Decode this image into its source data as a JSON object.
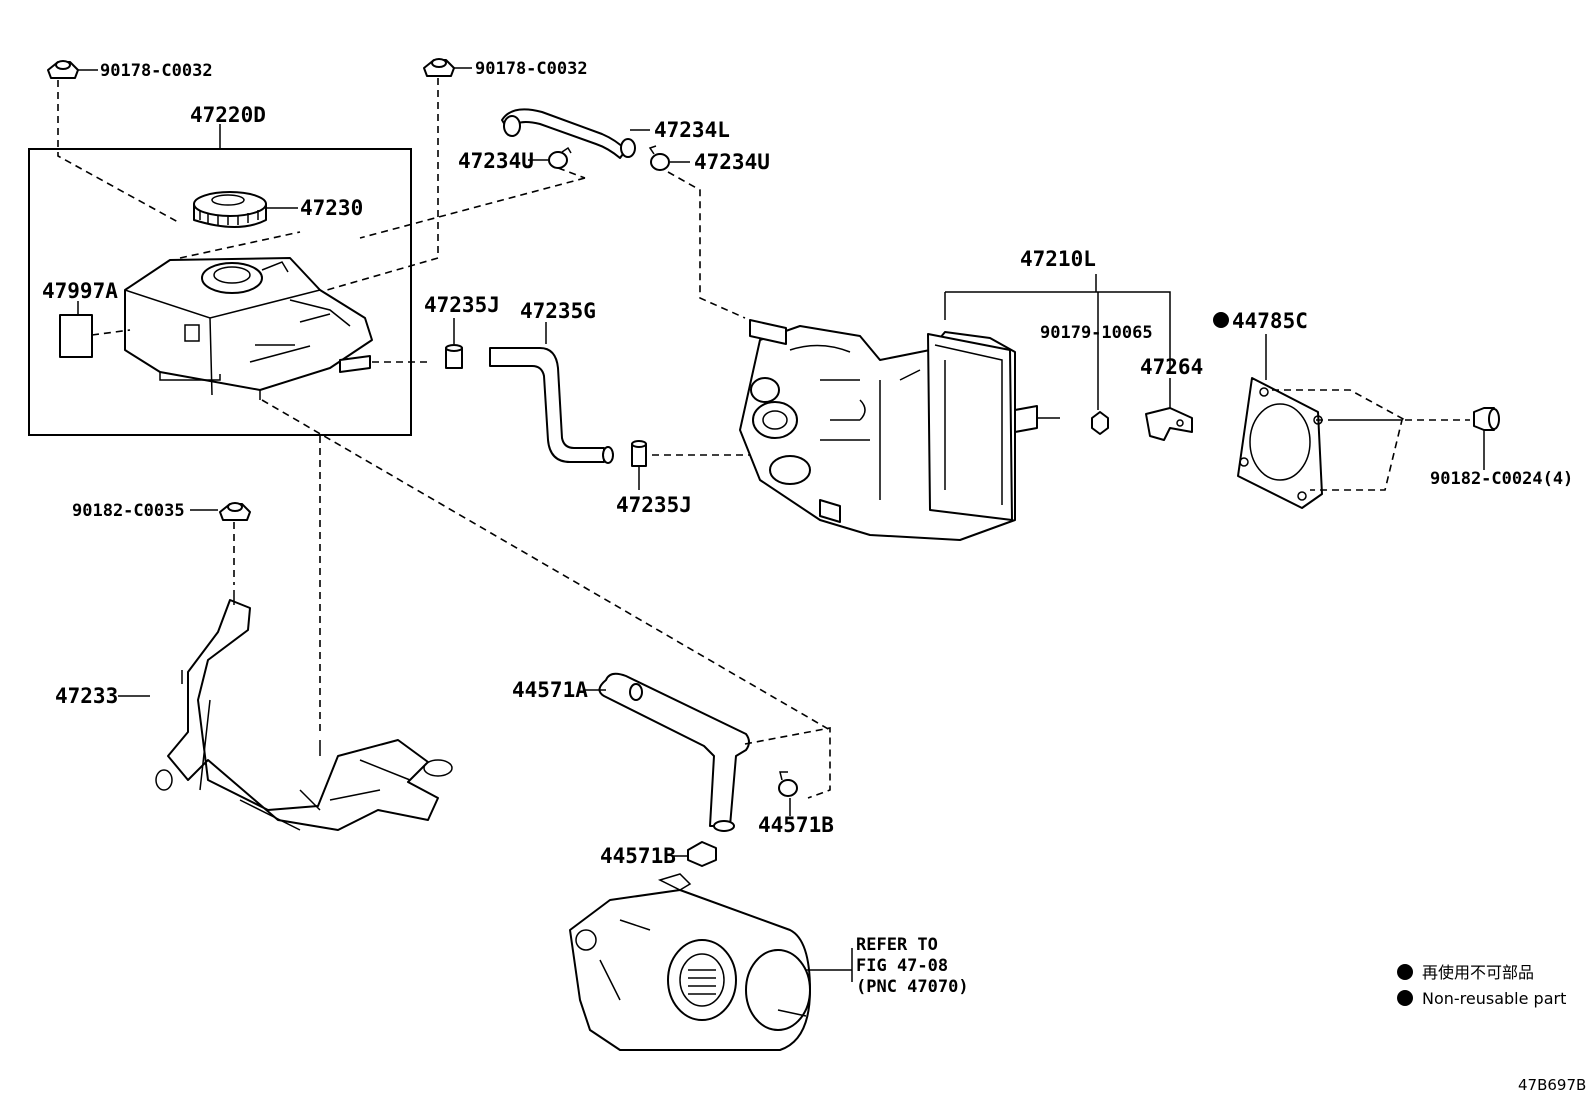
{
  "labels": {
    "n90178_c0032_a": "90178-C0032",
    "n90178_c0032_b": "90178-C0032",
    "n47220d": "47220D",
    "n47230": "47230",
    "n47997a": "47997A",
    "n47234l": "47234L",
    "n47234u_a": "47234U",
    "n47234u_b": "47234U",
    "n47235j_a": "47235J",
    "n47235g": "47235G",
    "n47235j_b": "47235J",
    "n47210l": "47210L",
    "n90179_10065": "90179-10065",
    "n47264": "47264",
    "n44785c": "44785C",
    "n90182_c0024": "90182-C0024(4)",
    "n90182_c0035": "90182-C0035",
    "n47233": "47233",
    "n44571a": "44571A",
    "n44571b_a": "44571B",
    "n44571b_b": "44571B",
    "refer_line1": "REFER TO",
    "refer_line2": "FIG 47-08",
    "refer_line3": "(PNC 47070)"
  },
  "legend": {
    "japanese": "再使用不可部品",
    "english": "Non-reusable part"
  },
  "figure_code": "47B697B"
}
